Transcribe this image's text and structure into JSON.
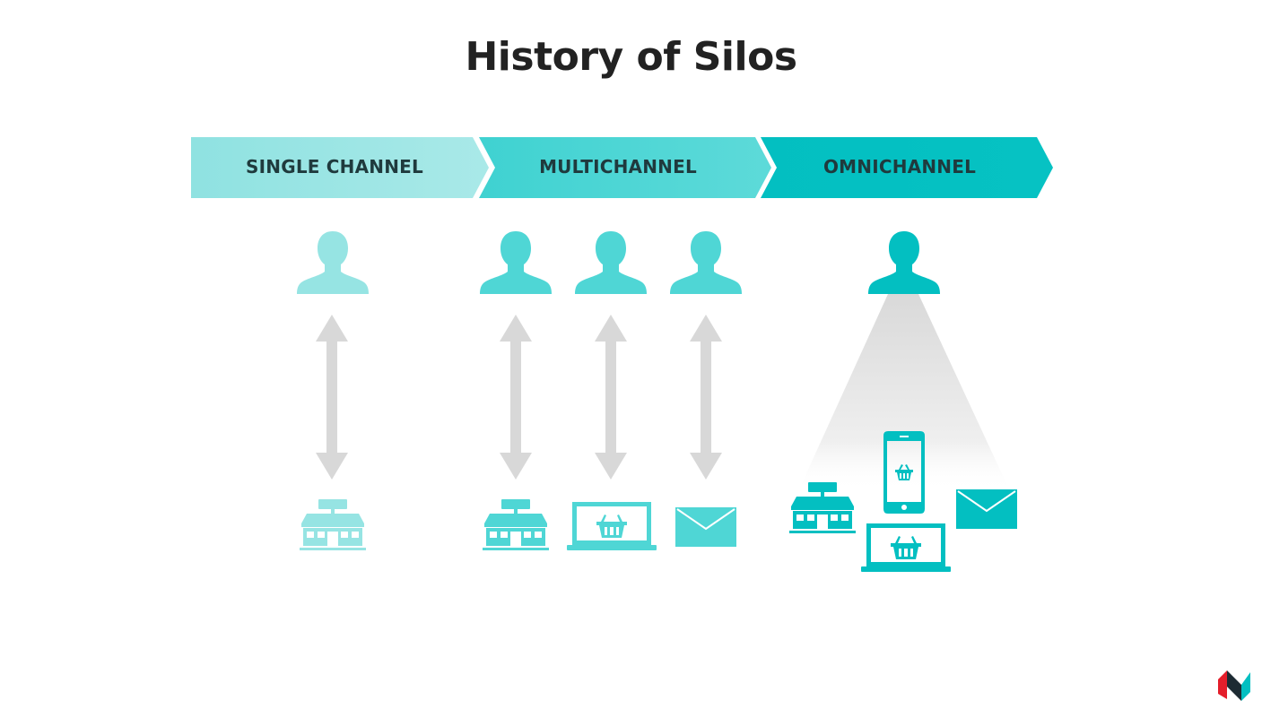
{
  "title": "History of Silos",
  "stages": [
    {
      "label": "SINGLE CHANNEL",
      "color": "#96e4e3"
    },
    {
      "label": "MULTICHANNEL",
      "color": "#4fd6d5"
    },
    {
      "label": "OMNICHANNEL",
      "color": "#03bfc1"
    }
  ],
  "colors": {
    "single": "#96e4e3",
    "multi": "#4fd6d5",
    "omni": "#03bfc1",
    "arrow": "#d8d8d8",
    "title": "#222222",
    "logo_red": "#e41e2b",
    "logo_dark": "#1d2b33",
    "logo_teal": "#03bfc1"
  },
  "icons": {
    "person": "person-icon",
    "arrow": "double-arrow-icon",
    "store": "store-icon",
    "laptop": "laptop-cart-icon",
    "email": "envelope-icon",
    "phone": "smartphone-cart-icon",
    "logo": "brand-logo"
  }
}
